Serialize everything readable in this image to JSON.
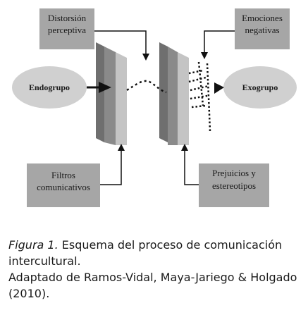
{
  "diagram": {
    "boxes": {
      "distorsion": [
        "Distorsión",
        "perceptiva"
      ],
      "emociones": [
        "Emociones",
        "negativas"
      ],
      "filtros": [
        "Filtros",
        "comunicativos"
      ],
      "prejuicios": [
        "Prejuicios y",
        "estereotipos"
      ]
    },
    "groups": {
      "endogrupo": "Endogrupo",
      "exogrupo": "Exogrupo"
    },
    "colors": {
      "box_fill": "#a6a6a6",
      "ellipse_fill": "#d0d0d0",
      "panel_dark": "#8a8a8a",
      "panel_light": "#c4c4c4",
      "line": "#111111"
    }
  },
  "caption": {
    "figure_label": "Figura 1.",
    "figure_text": " Esquema del proceso de comunicación intercultural.",
    "source": "Adaptado de Ramos-Vidal, Maya-Jariego & Holgado (2010)."
  }
}
